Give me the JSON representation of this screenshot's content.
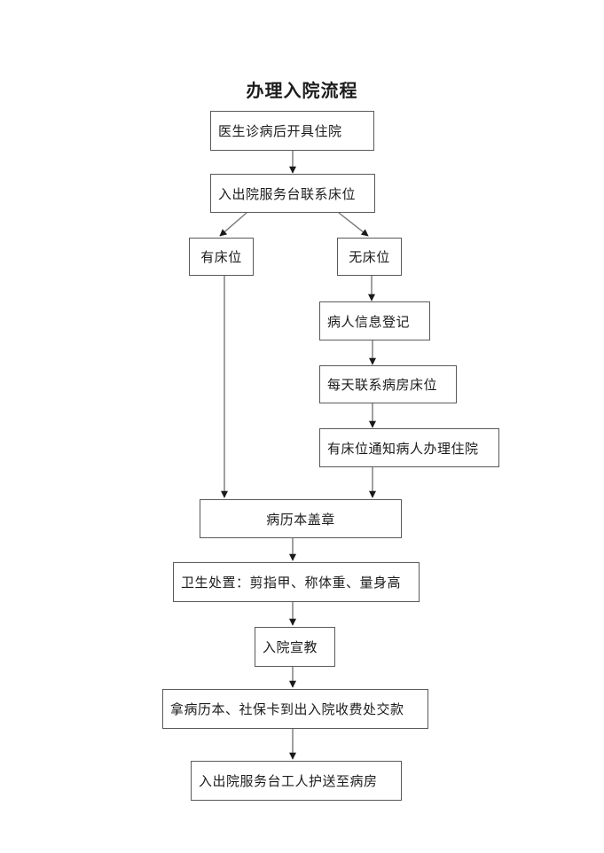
{
  "title": "办理入院流程",
  "flowchart": {
    "type": "flowchart",
    "nodes": [
      {
        "id": "n1",
        "label": "医生诊病后开具住院"
      },
      {
        "id": "n2",
        "label": "入出院服务台联系床位"
      },
      {
        "id": "n3",
        "label": "有床位"
      },
      {
        "id": "n4",
        "label": "无床位"
      },
      {
        "id": "n5",
        "label": "病人信息登记"
      },
      {
        "id": "n6",
        "label": "每天联系病房床位"
      },
      {
        "id": "n7",
        "label": "有床位通知病人办理住院"
      },
      {
        "id": "n8",
        "label": "病历本盖章"
      },
      {
        "id": "n9",
        "label": "卫生处置：剪指甲、称体重、量身高"
      },
      {
        "id": "n10",
        "label": "入院宣教"
      },
      {
        "id": "n11",
        "label": "拿病历本、社保卡到出入院收费处交款"
      },
      {
        "id": "n12",
        "label": "入出院服务台工人护送至病房"
      }
    ],
    "edges": [
      {
        "from": "医生诊病后开具住院",
        "to": "入出院服务台联系床位"
      },
      {
        "from": "入出院服务台联系床位",
        "to": "有床位"
      },
      {
        "from": "入出院服务台联系床位",
        "to": "无床位"
      },
      {
        "from": "无床位",
        "to": "病人信息登记"
      },
      {
        "from": "病人信息登记",
        "to": "每天联系病房床位"
      },
      {
        "from": "每天联系病房床位",
        "to": "有床位通知病人办理住院"
      },
      {
        "from": "有床位通知病人办理住院",
        "to": "病历本盖章"
      },
      {
        "from": "有床位",
        "to": "病历本盖章"
      },
      {
        "from": "病历本盖章",
        "to": "卫生处置：剪指甲、称体重、量身高"
      },
      {
        "from": "卫生处置：剪指甲、称体重、量身高",
        "to": "入院宣教"
      },
      {
        "from": "入院宣教",
        "to": "拿病历本、社保卡到出入院收费处交款"
      },
      {
        "from": "拿病历本、社保卡到出入院收费处交款",
        "to": "入出院服务台工人护送至病房"
      }
    ]
  },
  "colors": {
    "background": "#ffffff",
    "box_border": "#595959",
    "text": "#1c1c1c",
    "connector_line": "#777777",
    "arrowhead": "#1a1a1a"
  }
}
